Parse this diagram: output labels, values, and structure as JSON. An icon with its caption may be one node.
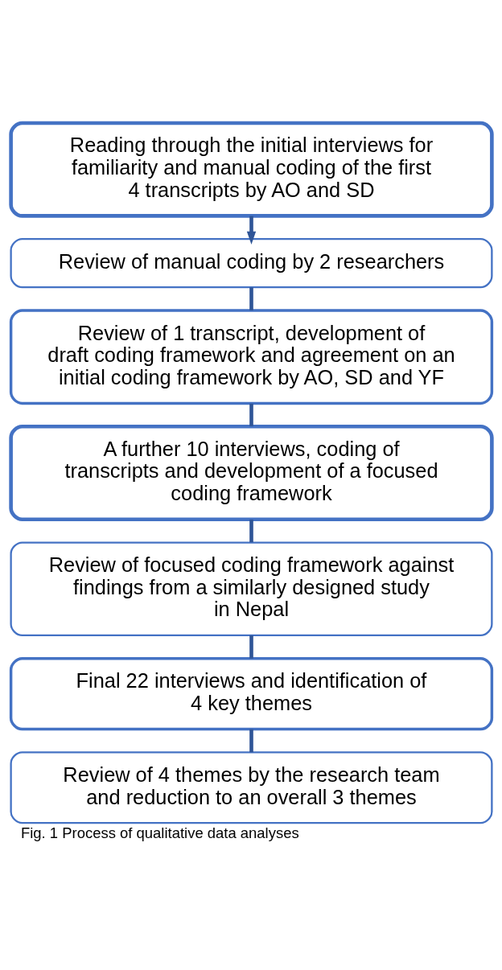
{
  "diagram": {
    "caption": "Fig. 1 Process of qualitative data analyses",
    "nodes": [
      {
        "text": [
          "Reading through the initial interviews for familiarity and manual coding of the first 4 transcripts by AO and SD"
        ]
      },
      {
        "text": [
          "Review of manual coding by 2 researchers"
        ]
      },
      {
        "text": [
          "Review of 1 transcript, development of draft coding framework and agreement on an initial coding framework by AO, SD and YF"
        ]
      },
      {
        "text": [
          "A further 10 interviews, coding of transcripts and development of a focused coding framework"
        ]
      },
      {
        "text": [
          "Review of focused coding framework against findings from a similarly designed study in Nepal"
        ]
      },
      {
        "text": [
          "Final 22 interviews and identification of 4 key themes"
        ]
      },
      {
        "text": [
          "Review of 4 themes by the research team and reduction to an overall 3 themes"
        ]
      }
    ],
    "edges": [
      {
        "from": 0,
        "to": 1,
        "arrow": "to"
      },
      {
        "from": 1,
        "to": 2,
        "arrow": "none"
      },
      {
        "from": 2,
        "to": 3,
        "arrow": "none"
      },
      {
        "from": 3,
        "to": 4,
        "arrow": "none"
      },
      {
        "from": 4,
        "to": 5,
        "arrow": "none"
      },
      {
        "from": 5,
        "to": 6,
        "arrow": "none"
      }
    ]
  }
}
